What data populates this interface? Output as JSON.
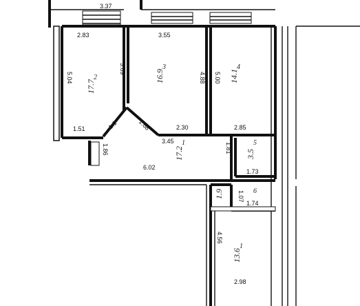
{
  "dimensions": {
    "top_strip": "3.37",
    "room1_width": "2.83",
    "room1_height": "5.04",
    "room1_bottom": "1.51",
    "room2_width": "3.55",
    "room2_left_height": "3.69",
    "room2_right_height": "4.88",
    "room3_height": "5.00",
    "corridor_diag_left": "1.1",
    "corridor_diag_right": "1.68",
    "corridor_top_right": "2.30",
    "corridor_center": "3.45",
    "corridor_width": "6.02",
    "corridor_left_stub": "1.86",
    "corridor_right_upper": "2.85",
    "corridor_right_vertical": "1.81",
    "room5_width": "1.73",
    "room6_height": "1.07",
    "room6_width": "1.74",
    "bottom_room_height": "4.56",
    "bottom_room_width": "2.98"
  },
  "room_labels": {
    "room1_area": "17.7",
    "room1_num": "2",
    "room2_area": "16.9",
    "room2_num": "3",
    "room3_area": "14.1",
    "room3_num": "4",
    "corridor_area": "17.2",
    "corridor_num": "1",
    "room5_area": "3.5",
    "room5_num": "5",
    "room6_area": "1.9",
    "room6_num": "6",
    "bottom_area": "13.6",
    "bottom_num": "1"
  }
}
